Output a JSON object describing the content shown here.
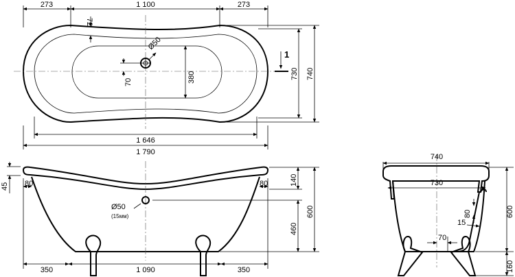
{
  "top_view": {
    "dim_left_end": "273",
    "dim_middle": "1 100",
    "dim_right_end": "273",
    "dim_rim": "72",
    "dim_drain": "Ø50",
    "dim_drain_offset": "70",
    "dim_inner_width": "380",
    "dim_outer_width": "730",
    "dim_total_width": "740",
    "section_mark": "1",
    "dim_length_inner": "1 646",
    "dim_length_total": "1 790"
  },
  "side_view": {
    "dim_rim_height": "45",
    "dim_left_overhang": "80",
    "dim_right_overhang": "80",
    "dim_top_rim": "140",
    "dim_overflow": "Ø50",
    "overflow_note": "(15мм)",
    "dim_total_height": "600",
    "dim_overflow_height": "460",
    "dim_leg_left": "350",
    "dim_leg_span": "1 090",
    "dim_leg_right": "350"
  },
  "end_view": {
    "dim_top_width": "740",
    "dim_inner_width": "730",
    "dim_siphon_height": "80",
    "dim_siphon_offset": "15",
    "dim_drain_offset": "70",
    "dim_total_height": "600",
    "dim_leg_height": "160"
  }
}
